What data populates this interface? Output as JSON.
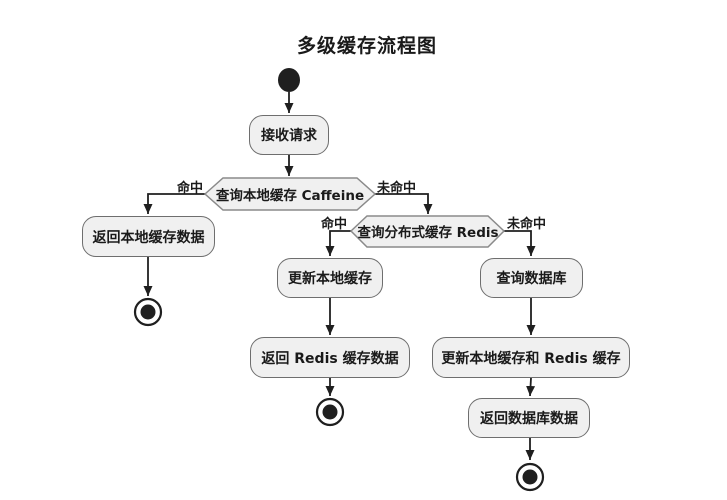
{
  "title": "多级缓存流程图",
  "diagram": {
    "type": "activity-flowchart",
    "nodes": {
      "start": {
        "type": "initial-node"
      },
      "receive": {
        "label": "接收请求"
      },
      "check_local": {
        "label": "查询本地缓存 Caffeine",
        "type": "decision"
      },
      "return_local": {
        "label": "返回本地缓存数据"
      },
      "check_redis": {
        "label": "查询分布式缓存 Redis",
        "type": "decision"
      },
      "update_local": {
        "label": "更新本地缓存"
      },
      "return_redis": {
        "label": "返回 Redis 缓存数据"
      },
      "query_db": {
        "label": "查询数据库"
      },
      "update_both": {
        "label": "更新本地缓存和 Redis 缓存"
      },
      "return_db": {
        "label": "返回数据库数据"
      },
      "end_count": 3
    },
    "edge_labels": {
      "local_hit": "命中",
      "local_miss": "未命中",
      "redis_hit": "命中",
      "redis_miss": "未命中"
    },
    "colors": {
      "background": "#ffffff",
      "node_fill": "#f0f0f0",
      "node_border": "#6e6e6e",
      "decision_border": "#8a8a8a",
      "arrow": "#1f1f1f",
      "text": "#1a1a1a"
    }
  }
}
